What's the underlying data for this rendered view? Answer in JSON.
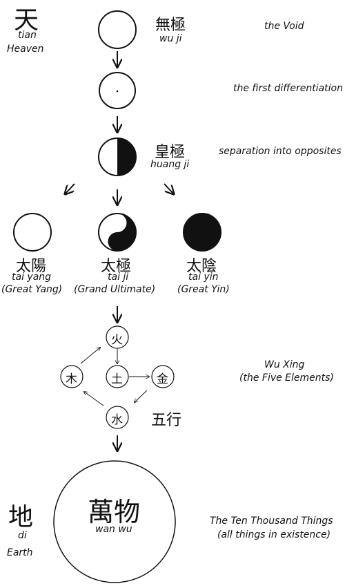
{
  "heaven": {
    "glyph": "天",
    "romanized": "tian",
    "english": "Heaven"
  },
  "earth": {
    "glyph": "地",
    "romanized": "di",
    "english": "Earth"
  },
  "stages": {
    "wuji": {
      "glyph": "無極",
      "romanized": "wu ji",
      "desc": "the Void"
    },
    "first": {
      "desc": "the first differentiation"
    },
    "huangji": {
      "glyph": "皇極",
      "romanized": "huang ji",
      "desc": "separation into opposites"
    }
  },
  "three": {
    "taiyang": {
      "glyph": "太陽",
      "romanized": "tai yang",
      "english": "(Great Yang)"
    },
    "taiji": {
      "glyph": "太極",
      "romanized": "tai ji",
      "english": "(Grand Ultimate)"
    },
    "taiyin": {
      "glyph": "太陰",
      "romanized": "tai yin",
      "english": "(Great Yin)"
    }
  },
  "wuxing": {
    "label": "五行",
    "desc_1": "Wu Xing",
    "desc_2": "(the Five Elements)",
    "fire": "火",
    "earth": "土",
    "wood": "木",
    "metal": "金",
    "water": "水"
  },
  "wanwu": {
    "glyph": "萬物",
    "romanized": "wan wu",
    "desc_1": "The Ten Thousand Things",
    "desc_2": "(all things in existence)"
  }
}
